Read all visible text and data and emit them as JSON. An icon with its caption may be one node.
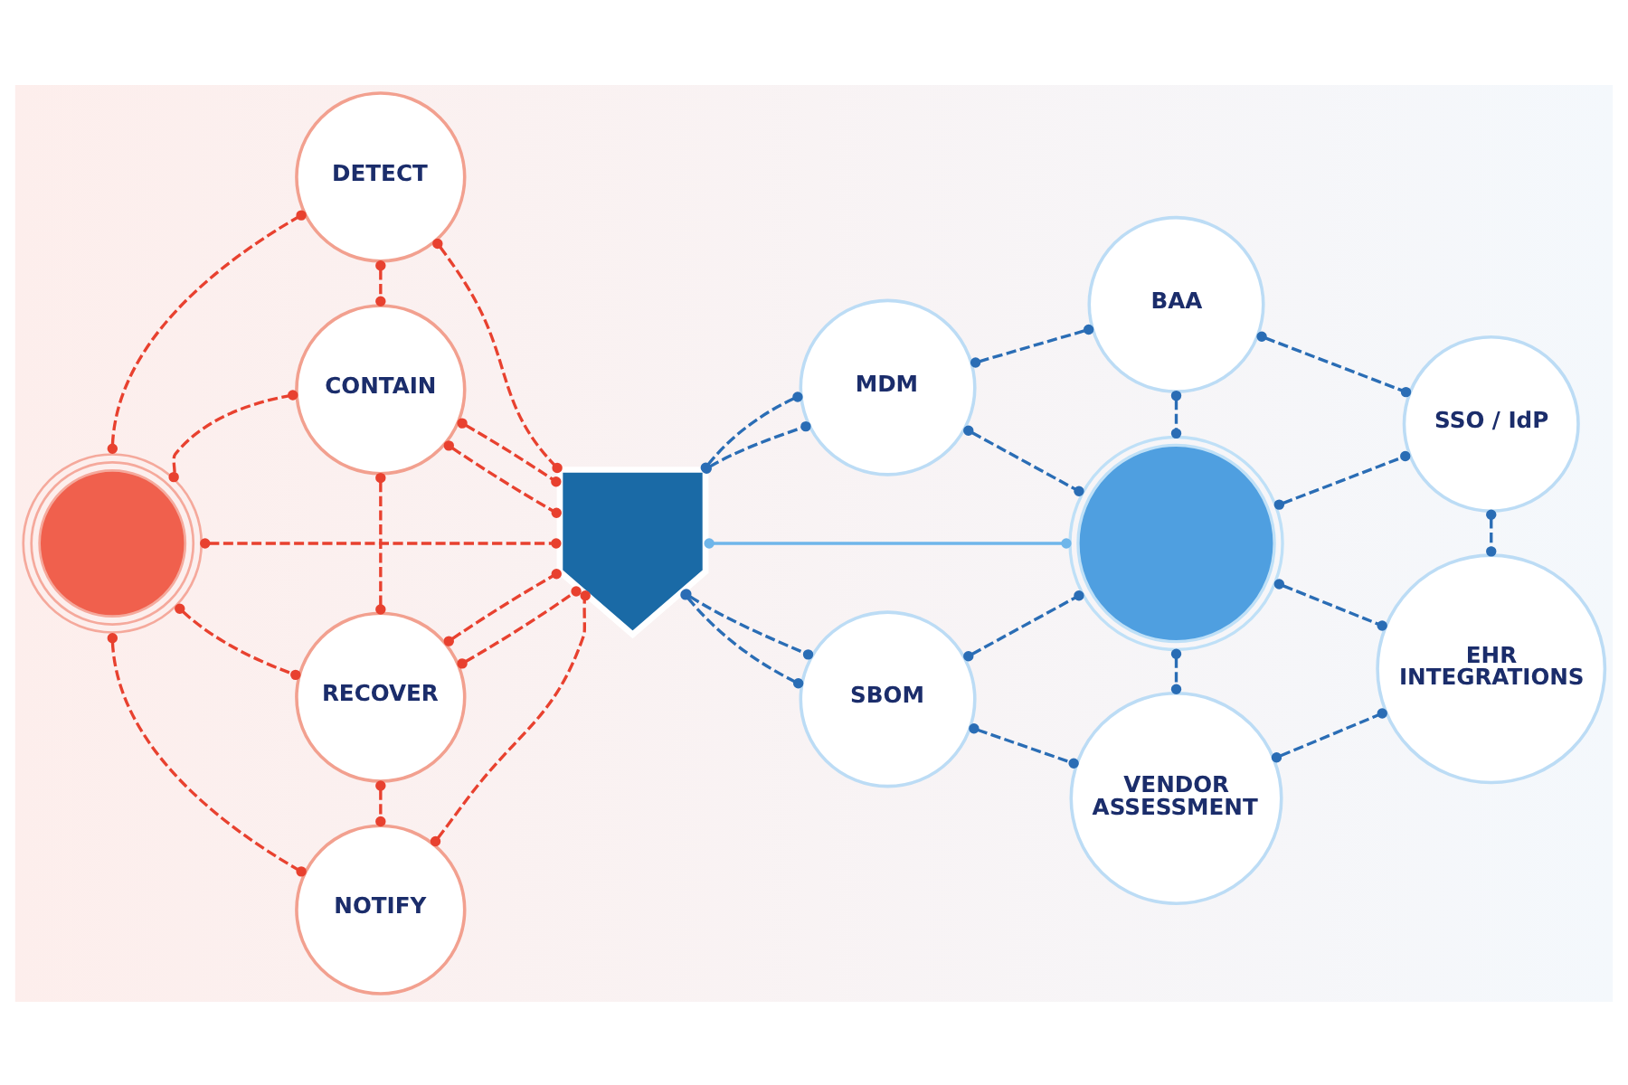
{
  "diagram": {
    "nodes": [
      {
        "text": [],
        "shape": "circle"
      },
      {
        "text": [
          "DETECT"
        ]
      },
      {
        "text": [
          "CONTAIN"
        ]
      },
      {
        "text": [
          "RECOVER"
        ]
      },
      {
        "text": [
          "NOTIFY"
        ]
      },
      {
        "text": [],
        "shape": "picture"
      },
      {
        "text": [],
        "shape": "circle"
      },
      {
        "text": [
          "BAA"
        ]
      },
      {
        "text": [
          "MDM"
        ]
      },
      {
        "text": [
          "SSO / IdP"
        ]
      },
      {
        "text": [
          "SBOM"
        ]
      },
      {
        "text": [
          "EHR INTEGRATIONS"
        ]
      },
      {
        "text": [
          "VENDOR ASSESSMENT"
        ]
      }
    ],
    "edges": [
      {
        "from": 0,
        "to": 1,
        "arrow": "other",
        "style": "dashed",
        "color": "#e8412f"
      },
      {
        "from": 0,
        "to": 2,
        "arrow": "other",
        "style": "dashed",
        "color": "#e8412f"
      },
      {
        "from": 0,
        "to": 5,
        "arrow": "other",
        "style": "dashed",
        "color": "#e8412f"
      },
      {
        "from": 0,
        "to": 3,
        "arrow": "other",
        "style": "dashed",
        "color": "#e8412f"
      },
      {
        "from": 0,
        "to": 4,
        "arrow": "other",
        "style": "dashed",
        "color": "#e8412f"
      },
      {
        "from": 1,
        "to": 2,
        "arrow": "other",
        "style": "dashed",
        "color": "#e8412f"
      },
      {
        "from": 2,
        "to": 3,
        "arrow": "other",
        "style": "dashed",
        "color": "#e8412f"
      },
      {
        "from": 3,
        "to": 4,
        "arrow": "other",
        "style": "dashed",
        "color": "#e8412f"
      },
      {
        "from": 1,
        "to": 5,
        "arrow": "other",
        "style": "dashed",
        "color": "#e8412f"
      },
      {
        "from": 2,
        "to": 5,
        "arrow": "other",
        "style": "dashed",
        "color": "#e8412f"
      },
      {
        "from": 2,
        "to": 5,
        "arrow": "other",
        "style": "dashed",
        "color": "#e8412f"
      },
      {
        "from": 3,
        "to": 5,
        "arrow": "other",
        "style": "dashed",
        "color": "#e8412f"
      },
      {
        "from": 3,
        "to": 5,
        "arrow": "other",
        "style": "dashed",
        "color": "#e8412f"
      },
      {
        "from": 4,
        "to": 5,
        "arrow": "other",
        "style": "dashed",
        "color": "#e8412f"
      },
      {
        "from": 5,
        "to": 8,
        "arrow": "other",
        "style": "dashed"
      },
      {
        "from": 5,
        "to": 8,
        "arrow": "other",
        "style": "dashed"
      },
      {
        "from": 5,
        "to": 6,
        "arrow": "other",
        "color": "#6fb6ea"
      },
      {
        "from": 5,
        "to": 10,
        "arrow": "other",
        "style": "dashed"
      },
      {
        "from": 5,
        "to": 10,
        "arrow": "other",
        "style": "dashed"
      },
      {
        "from": 8,
        "to": 7,
        "arrow": "other",
        "style": "dashed"
      },
      {
        "from": 7,
        "to": 9,
        "arrow": "other",
        "style": "dashed"
      },
      {
        "from": 9,
        "to": 11,
        "arrow": "other",
        "style": "dashed"
      },
      {
        "from": 12,
        "to": 11,
        "arrow": "other",
        "style": "dashed"
      },
      {
        "from": 10,
        "to": 12,
        "arrow": "other",
        "style": "dashed"
      },
      {
        "from": 7,
        "to": 6,
        "arrow": "other",
        "style": "dashed"
      },
      {
        "from": 8,
        "to": 6,
        "arrow": "other",
        "style": "dashed"
      },
      {
        "from": 6,
        "to": 9,
        "arrow": "other",
        "style": "dashed"
      },
      {
        "from": 10,
        "to": 6,
        "arrow": "other",
        "style": "dashed"
      },
      {
        "from": 6,
        "to": 11,
        "arrow": "other",
        "style": "dashed"
      },
      {
        "from": 6,
        "to": 12,
        "arrow": "other",
        "style": "dashed"
      }
    ]
  }
}
